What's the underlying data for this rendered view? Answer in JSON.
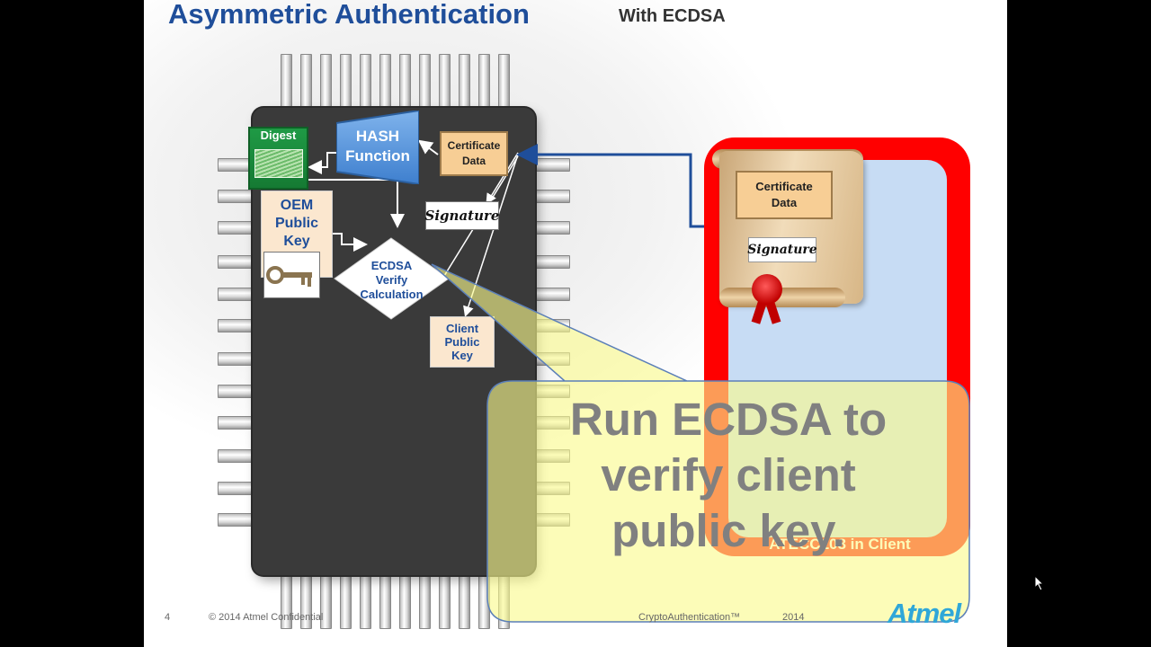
{
  "slide": {
    "title": "Asymmetric Authentication",
    "subtitle": "With ECDSA",
    "page_number": "4",
    "copyright": "© 2014 Atmel Confidential",
    "footer_center": "CryptoAuthentication™",
    "footer_year": "2014",
    "logo": "Atmel"
  },
  "chip": {
    "digest": "Digest",
    "hash_line1": "HASH",
    "hash_line2": "Function",
    "certificate_line1": "Certificate",
    "certificate_line2": "Data",
    "signature": "Signature",
    "oem_line1": "OEM",
    "oem_line2": "Public",
    "oem_line3": "Key",
    "ecdsa_line1": "ECDSA",
    "ecdsa_line2": "Verify",
    "ecdsa_line3": "Calculation",
    "client_key_line1": "Client",
    "client_key_line2": "Public",
    "client_key_line3": "Key",
    "key_image": "key-icon"
  },
  "client": {
    "certificate_line1": "Certificate",
    "certificate_line2": "Data",
    "signature": "Signature",
    "label": "ATECC108 in Client"
  },
  "callout": {
    "text_line1": "Run ECDSA to",
    "text_line2": "verify client",
    "text_line3": "public key."
  },
  "colors": {
    "title_blue": "#1f4e9a",
    "callout_yellow": "#fafa8c",
    "client_red": "#ff0000",
    "digest_green": "#1f9a45",
    "hash_blue": "#4f8fd6"
  }
}
